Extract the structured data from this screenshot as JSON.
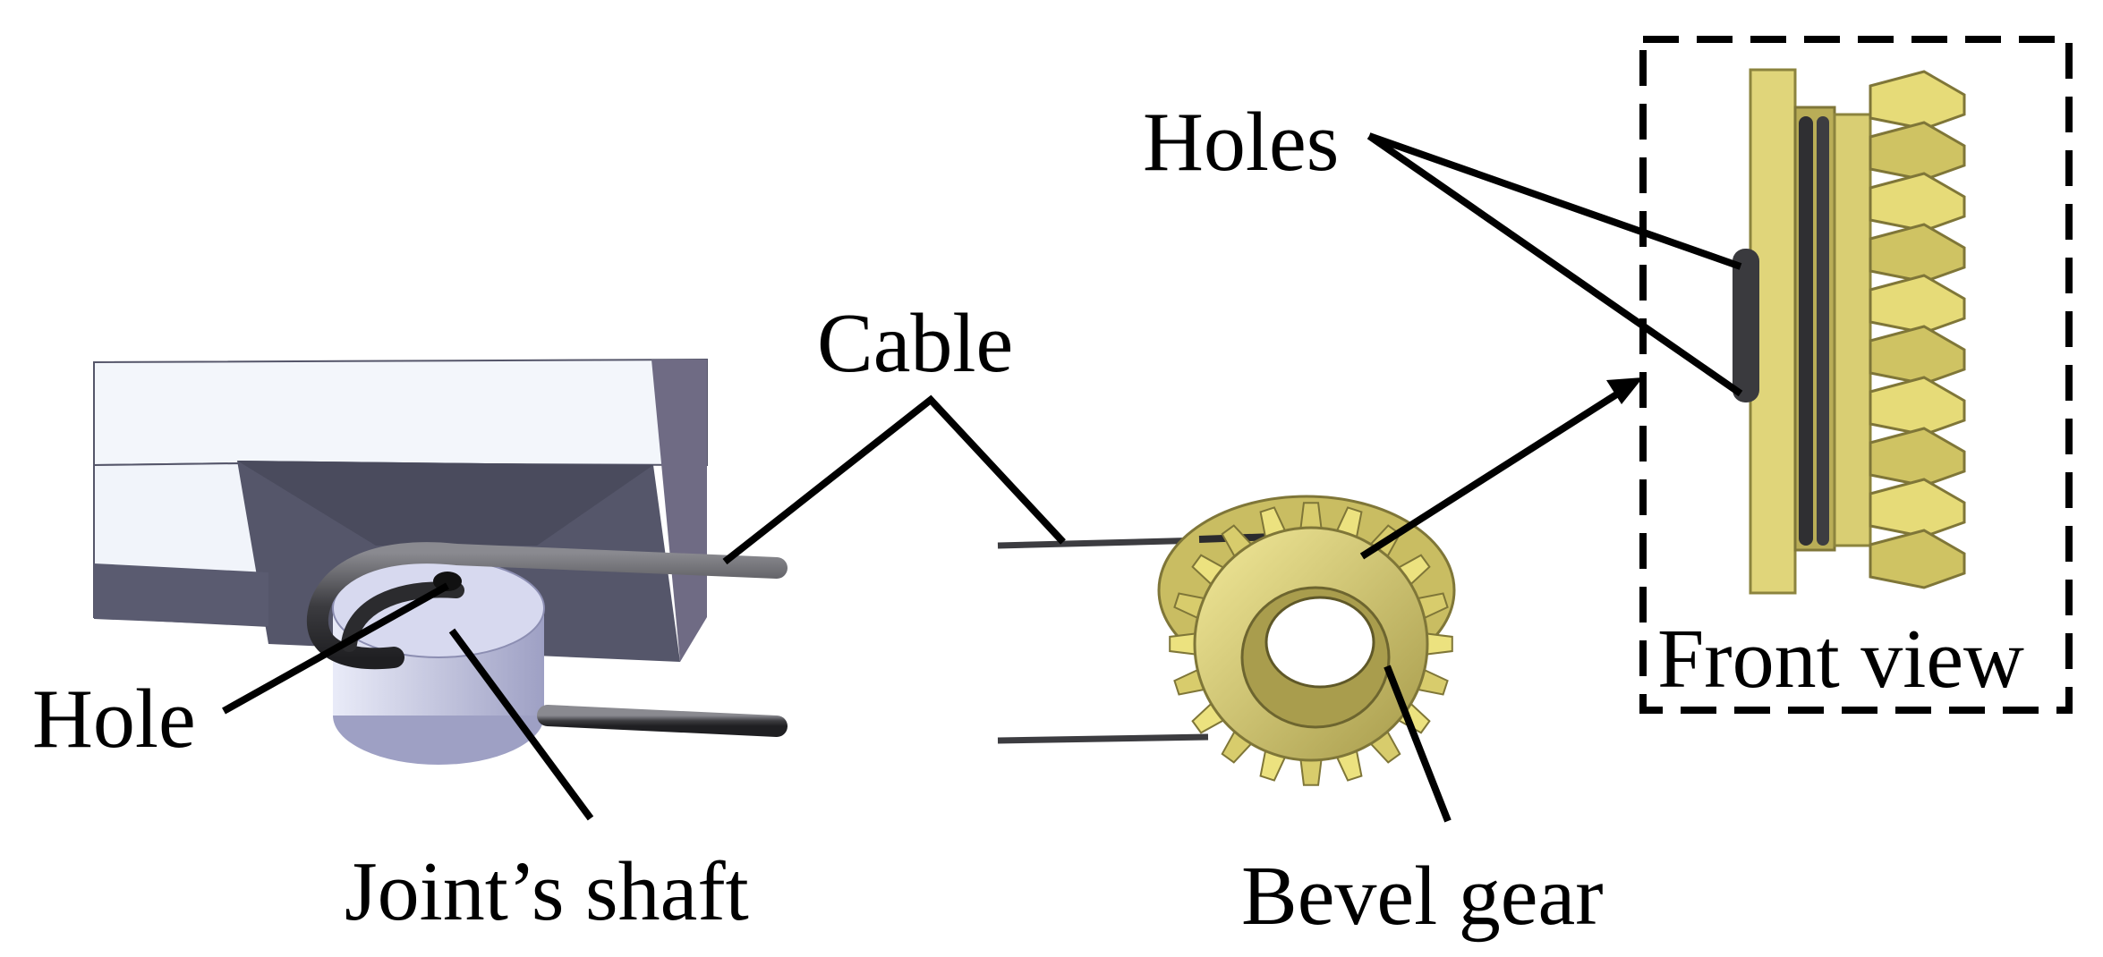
{
  "labels": {
    "holes": "Holes",
    "cable": "Cable",
    "hole": "Hole",
    "joint_shaft": "Joint’s shaft",
    "bevel_gear": "Bevel gear",
    "front_view": "Front view"
  },
  "colors": {
    "background": "#ffffff",
    "annotation": "#000000",
    "cable": "#4a4a4e",
    "gear_yellow": "#e2d77a",
    "gear_shadow": "#9e9249",
    "block_light": "#f3f6fb",
    "block_dark": "#55566a",
    "block_side": "#6f6b84",
    "shaft": "#c9cbe6"
  }
}
